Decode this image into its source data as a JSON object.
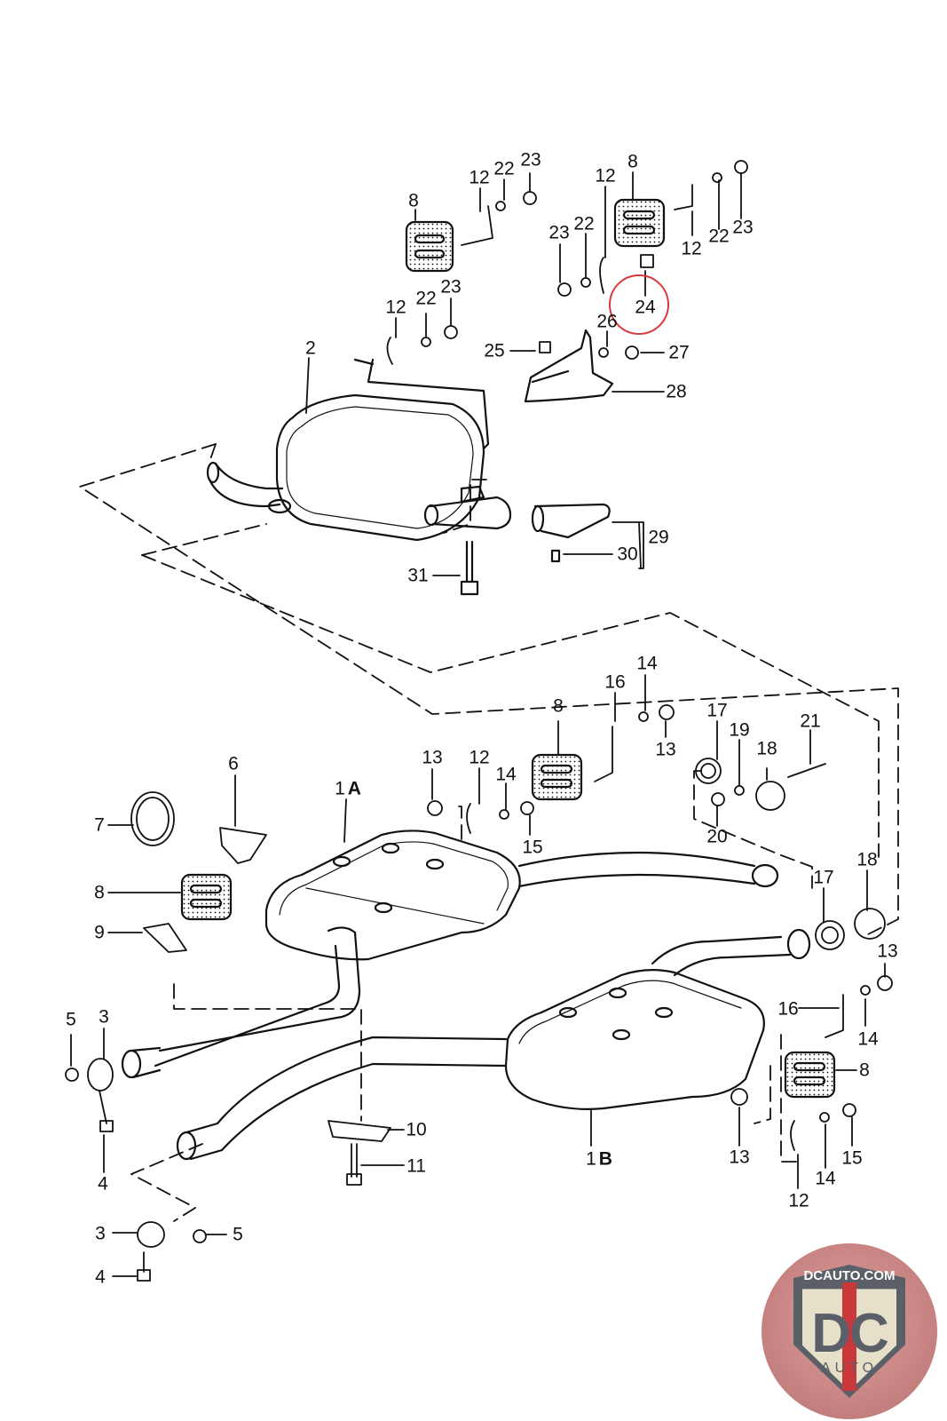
{
  "diagram": {
    "title": "Exhaust system exploded parts diagram",
    "line_color": "#111111",
    "highlight_color": "#d9373a",
    "callouts": [
      {
        "id": "c2",
        "text": "2"
      },
      {
        "id": "c8a",
        "text": "8"
      },
      {
        "id": "c12a",
        "text": "12"
      },
      {
        "id": "c22a",
        "text": "22"
      },
      {
        "id": "c23a",
        "text": "23"
      },
      {
        "id": "c12b",
        "text": "12"
      },
      {
        "id": "c22b",
        "text": "22"
      },
      {
        "id": "c23b",
        "text": "23"
      },
      {
        "id": "c23c",
        "text": "23"
      },
      {
        "id": "c22c",
        "text": "22"
      },
      {
        "id": "c12c",
        "text": "12"
      },
      {
        "id": "c8b",
        "text": "8"
      },
      {
        "id": "c12d",
        "text": "12"
      },
      {
        "id": "c22d",
        "text": "22"
      },
      {
        "id": "c23d",
        "text": "23"
      },
      {
        "id": "c24",
        "text": "24"
      },
      {
        "id": "c25",
        "text": "25"
      },
      {
        "id": "c26",
        "text": "26"
      },
      {
        "id": "c27",
        "text": "27"
      },
      {
        "id": "c28",
        "text": "28"
      },
      {
        "id": "c29",
        "text": "29"
      },
      {
        "id": "c30",
        "text": "30"
      },
      {
        "id": "c31",
        "text": "31"
      },
      {
        "id": "c14a",
        "text": "14"
      },
      {
        "id": "c16a",
        "text": "16"
      },
      {
        "id": "c13a",
        "text": "13"
      },
      {
        "id": "c8c",
        "text": "8"
      },
      {
        "id": "c17a",
        "text": "17"
      },
      {
        "id": "c19",
        "text": "19"
      },
      {
        "id": "c18a",
        "text": "18"
      },
      {
        "id": "c21",
        "text": "21"
      },
      {
        "id": "c20",
        "text": "20"
      },
      {
        "id": "c13b",
        "text": "13"
      },
      {
        "id": "c12e",
        "text": "12"
      },
      {
        "id": "c14b",
        "text": "14"
      },
      {
        "id": "c15a",
        "text": "15"
      },
      {
        "id": "c1A",
        "text": "1",
        "suffix": "A"
      },
      {
        "id": "c6",
        "text": "6"
      },
      {
        "id": "c7",
        "text": "7"
      },
      {
        "id": "c8d",
        "text": "8"
      },
      {
        "id": "c9",
        "text": "9"
      },
      {
        "id": "c17b",
        "text": "17"
      },
      {
        "id": "c18b",
        "text": "18"
      },
      {
        "id": "c13c",
        "text": "13"
      },
      {
        "id": "c16b",
        "text": "16"
      },
      {
        "id": "c14c",
        "text": "14"
      },
      {
        "id": "c8e",
        "text": "8"
      },
      {
        "id": "c13d",
        "text": "13"
      },
      {
        "id": "c12f",
        "text": "12"
      },
      {
        "id": "c14d",
        "text": "14"
      },
      {
        "id": "c15b",
        "text": "15"
      },
      {
        "id": "c1B",
        "text": "1",
        "suffix": "B"
      },
      {
        "id": "c5a",
        "text": "5"
      },
      {
        "id": "c3a",
        "text": "3"
      },
      {
        "id": "c4a",
        "text": "4"
      },
      {
        "id": "c10",
        "text": "10"
      },
      {
        "id": "c11",
        "text": "11"
      },
      {
        "id": "c3b",
        "text": "3"
      },
      {
        "id": "c5b",
        "text": "5"
      },
      {
        "id": "c4b",
        "text": "4"
      }
    ],
    "highlighted_callout": "24"
  },
  "logo": {
    "top_text": "DCAUTO.COM",
    "main_text": "DC",
    "bottom_text": "AUTO"
  }
}
